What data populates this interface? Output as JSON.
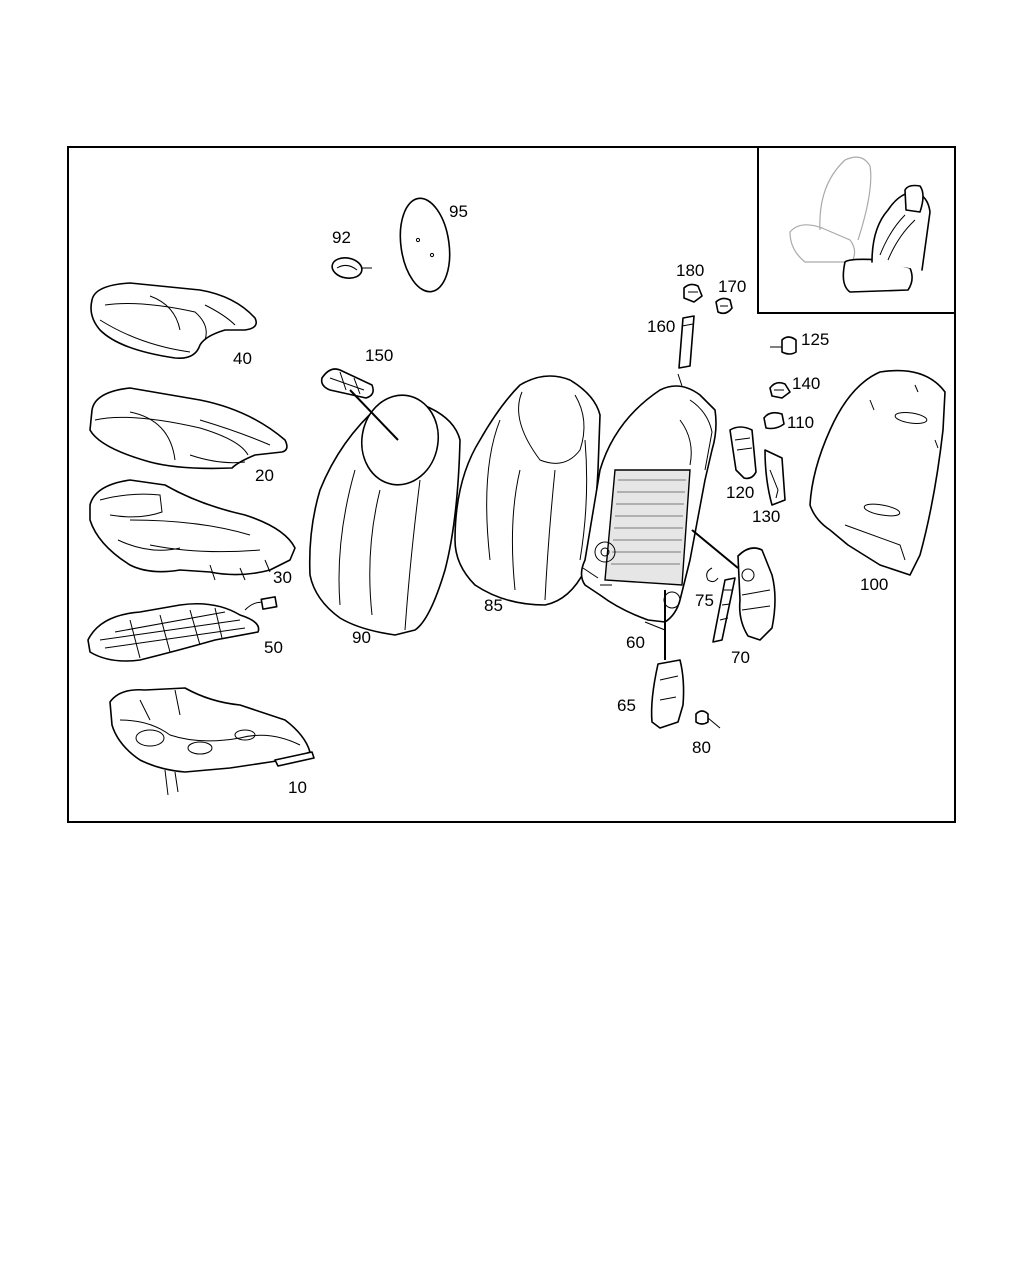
{
  "diagram": {
    "callouts": [
      "10",
      "20",
      "30",
      "40",
      "50",
      "60",
      "65",
      "70",
      "75",
      "80",
      "85",
      "90",
      "92",
      "95",
      "100",
      "110",
      "120",
      "125",
      "130",
      "140",
      "150",
      "160",
      "170",
      "180"
    ]
  }
}
